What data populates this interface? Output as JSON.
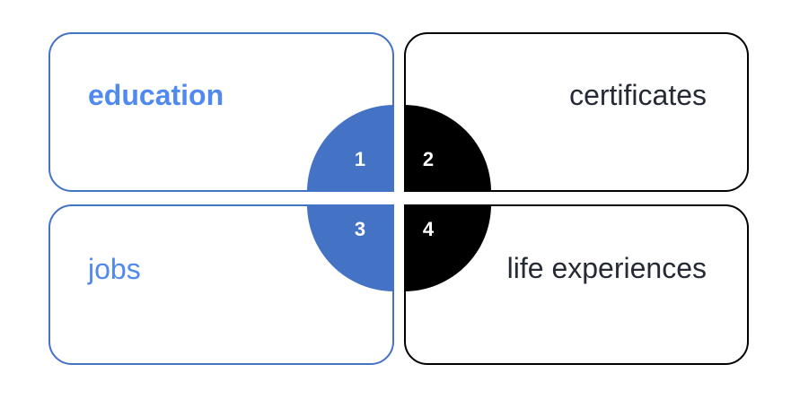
{
  "quadrants": {
    "top_left": {
      "label": "education",
      "number": "1"
    },
    "top_right": {
      "label": "certificates",
      "number": "2"
    },
    "bottom_left": {
      "label": "jobs",
      "number": "3"
    },
    "bottom_right": {
      "label": "life experiences",
      "number": "4"
    }
  },
  "colors": {
    "blue": "#4472c4",
    "black": "#000000",
    "label_blue": "#5089f0",
    "label_dark": "#262a36"
  }
}
